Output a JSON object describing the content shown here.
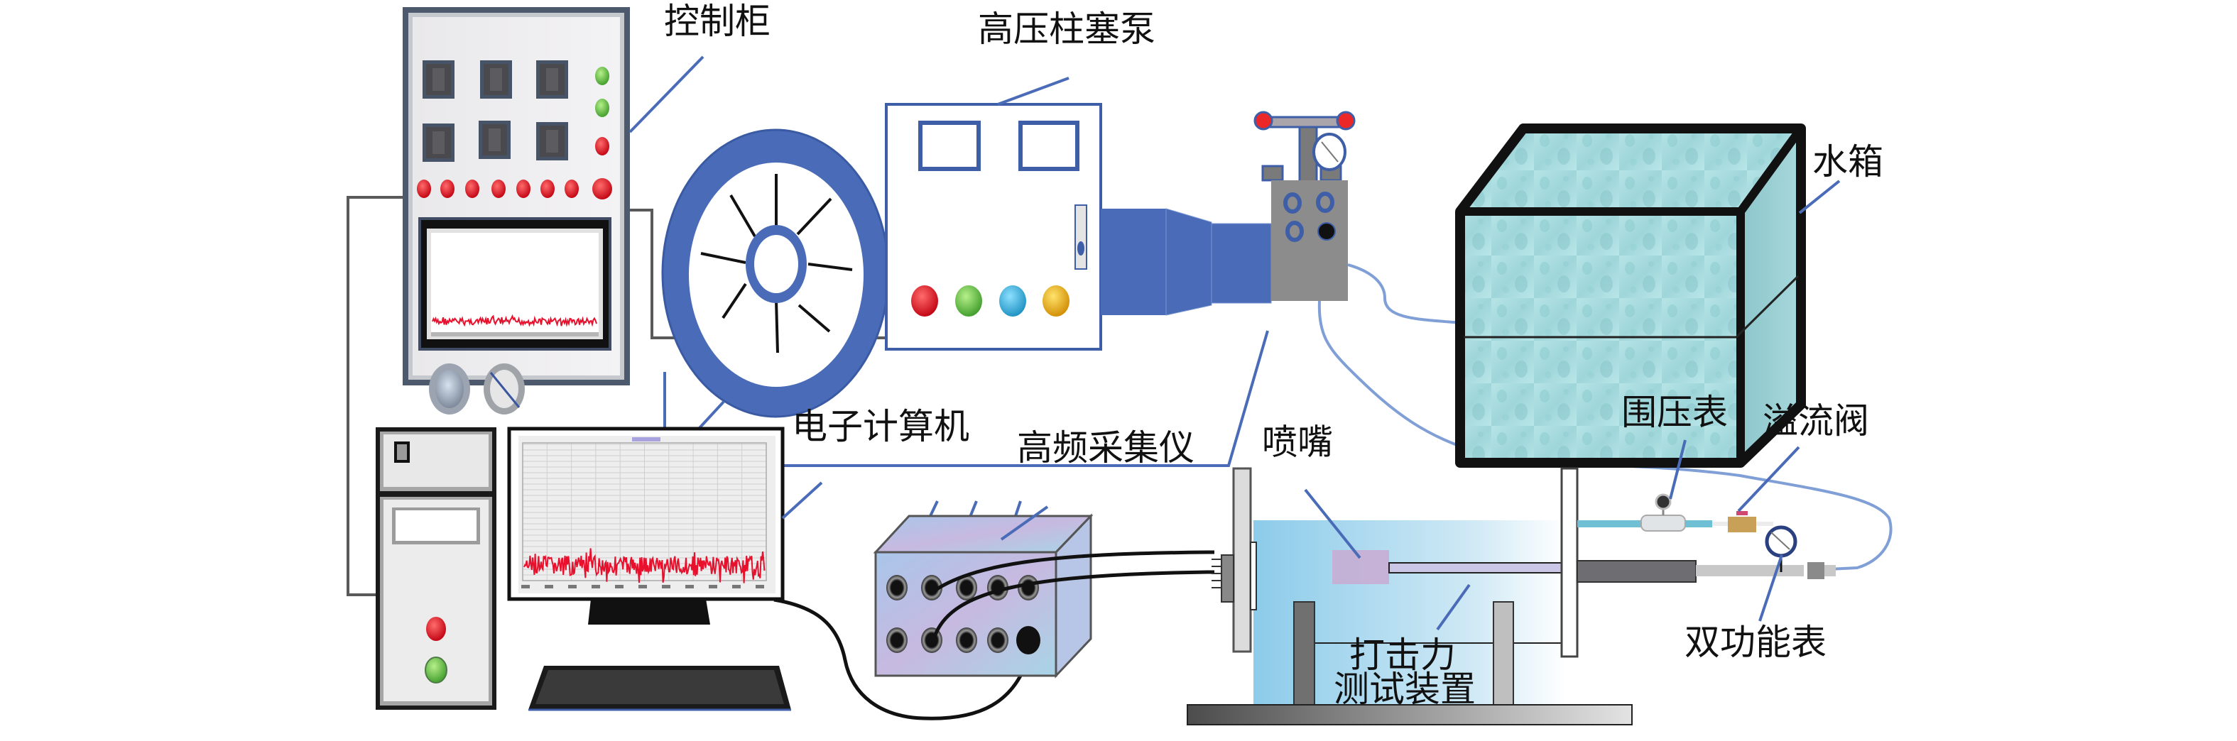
{
  "figure": {
    "description": "Schematic of water jet impact force test system",
    "colors": {
      "leader_line": "#4a6cb8",
      "pump_blue": "#4a6cb8",
      "tank_water": "#a9dcdf",
      "signal_red": "#e8112d",
      "manifold_gray": "#8c8c8c",
      "hose_blue": "#7f9fd6"
    }
  },
  "labels": {
    "control_cabinet": "控制柜",
    "plunger_pump": "高压柱塞泵",
    "water_tank": "水箱",
    "computer": "电子计算机",
    "daq": "高频采集仪",
    "nozzle": "喷嘴",
    "confining_gauge": "围压表",
    "relief_valve": "溢流阀",
    "impact_device_line1": "打击力",
    "impact_device_line2": "测试装置",
    "dual_gauge": "双功能表"
  },
  "control_cabinet": {
    "switch_count": 6,
    "indicator_lights": [
      "green",
      "green",
      "red"
    ],
    "red_button_count": 8,
    "knob_count": 2
  },
  "pump": {
    "window_count": 2,
    "buttons": [
      "red",
      "green",
      "blue",
      "yellow"
    ]
  },
  "daq": {
    "port_rows": 2,
    "ports_per_row": 5
  },
  "computer": {
    "tower_buttons": [
      "red",
      "green"
    ]
  }
}
